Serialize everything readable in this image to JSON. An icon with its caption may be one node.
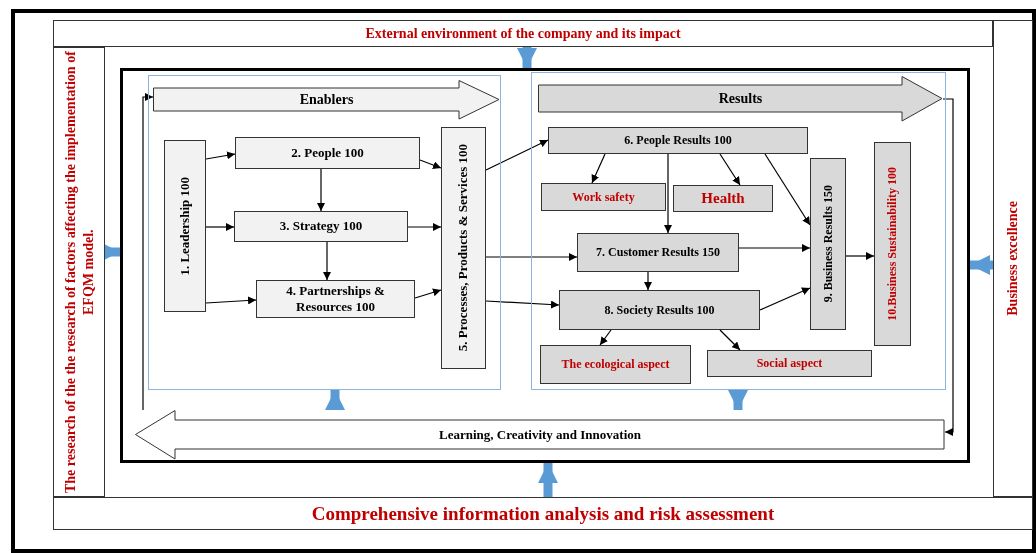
{
  "diagram": {
    "nodes": [
      {
        "text": [
          "External environment of the company and its impact"
        ]
      },
      {
        "text": [
          "The research of the the research of factors affecting the implementation of EFQM model."
        ]
      },
      {
        "text": [
          "Business excellence"
        ]
      },
      {
        "text": [
          "Comprehensive information analysis and risk assessment"
        ]
      },
      {
        "text": [],
        "shape": "box"
      },
      {
        "text": [],
        "shape": "box",
        "in": 4
      },
      {
        "text": [
          "Enablers"
        ],
        "in": 5
      },
      {
        "text": [
          "1. Leadership 100"
        ],
        "in": 5
      },
      {
        "text": [
          "2. People 100"
        ],
        "in": 5
      },
      {
        "text": [
          "3. Strategy 100"
        ],
        "in": 5
      },
      {
        "text": [
          "4. Partnerships & Resources 100"
        ],
        "in": 5
      },
      {
        "text": [
          "5. Processes, Products & Services 100"
        ],
        "in": 5
      },
      {
        "text": [],
        "shape": "box",
        "in": 4
      },
      {
        "text": [
          "Results"
        ],
        "in": 12
      },
      {
        "text": [
          "6. People Results 100"
        ],
        "in": 12
      },
      {
        "text": [
          "Work safety"
        ],
        "in": 12
      },
      {
        "text": [
          "Health"
        ],
        "in": 12
      },
      {
        "text": [
          "7. Customer Results 150"
        ],
        "in": 12
      },
      {
        "text": [
          "8. Society Results 100"
        ],
        "in": 12
      },
      {
        "text": [
          "The ecological aspect"
        ],
        "in": 12
      },
      {
        "text": [
          "Social aspect"
        ],
        "in": 12
      },
      {
        "text": [
          "9. Business Results 150"
        ],
        "in": 12
      },
      {
        "text": [
          "10.Business Sustainability 100"
        ],
        "in": 12
      },
      {
        "text": [
          "Learning, Creativity and Innovation"
        ],
        "in": 4
      }
    ],
    "edges": [
      {
        "from": 0,
        "to": 4,
        "arrow": "to",
        "style": "thick",
        "color": "#5b9bd5"
      },
      {
        "from": 1,
        "to": 4,
        "arrow": "to",
        "style": "thick",
        "color": "#5b9bd5"
      },
      {
        "from": 2,
        "to": 4,
        "arrow": "to",
        "style": "thick",
        "color": "#5b9bd5"
      },
      {
        "from": 3,
        "to": 4,
        "arrow": "to",
        "style": "thick",
        "color": "#5b9bd5"
      },
      {
        "from": 23,
        "to": 5,
        "arrow": "to",
        "style": "thick",
        "color": "#5b9bd5"
      },
      {
        "from": 12,
        "to": 23,
        "arrow": "to",
        "style": "thick",
        "color": "#5b9bd5"
      },
      {
        "from": 13,
        "to": 23,
        "arrow": "to"
      },
      {
        "from": 23,
        "to": 6,
        "arrow": "to"
      },
      {
        "from": 7,
        "to": 8,
        "arrow": "to"
      },
      {
        "from": 7,
        "to": 9,
        "arrow": "to"
      },
      {
        "from": 7,
        "to": 10,
        "arrow": "to"
      },
      {
        "from": 8,
        "to": 9,
        "arrow": "to"
      },
      {
        "from": 9,
        "to": 10,
        "arrow": "to"
      },
      {
        "from": 8,
        "to": 11,
        "arrow": "to"
      },
      {
        "from": 9,
        "to": 11,
        "arrow": "to"
      },
      {
        "from": 10,
        "to": 11,
        "arrow": "to"
      },
      {
        "from": 11,
        "to": 14,
        "arrow": "to"
      },
      {
        "from": 11,
        "to": 17,
        "arrow": "to"
      },
      {
        "from": 11,
        "to": 18,
        "arrow": "to"
      },
      {
        "from": 14,
        "to": 15,
        "arrow": "to"
      },
      {
        "from": 14,
        "to": 16,
        "arrow": "to"
      },
      {
        "from": 14,
        "to": 17,
        "arrow": "to"
      },
      {
        "from": 14,
        "to": 21,
        "arrow": "to"
      },
      {
        "from": 17,
        "to": 21,
        "arrow": "to"
      },
      {
        "from": 17,
        "to": 18,
        "arrow": "to"
      },
      {
        "from": 18,
        "to": 21,
        "arrow": "to"
      },
      {
        "from": 18,
        "to": 19,
        "arrow": "to"
      },
      {
        "from": 18,
        "to": 20,
        "arrow": "to"
      },
      {
        "from": 21,
        "to": 22,
        "arrow": "to"
      }
    ]
  }
}
